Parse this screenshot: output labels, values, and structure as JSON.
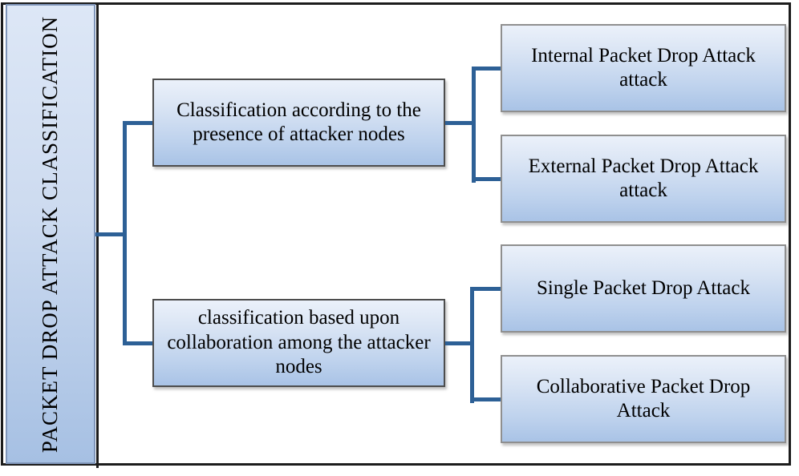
{
  "diagram": {
    "root_label": "PACKET DROP ATTACK CLASSIFICATION",
    "categories": [
      {
        "label": "Classification according to the presence of attacker nodes",
        "children": [
          {
            "label": "Internal Packet Drop Attack attack"
          },
          {
            "label": "External Packet Drop Attack attack"
          }
        ]
      },
      {
        "label": "classification based upon collaboration among the attacker nodes",
        "children": [
          {
            "label": "Single Packet Drop Attack"
          },
          {
            "label": "Collaborative Packet Drop Attack"
          }
        ]
      }
    ],
    "colors": {
      "connector": "#2d6096",
      "box_fill_top": "#ebf1fa",
      "box_fill_bottom": "#a9c3e6",
      "root_border": "#8096ba",
      "category_border": "#4d4d4d",
      "leaf_border": "#8f8f8f",
      "frame": "#1c1c1c",
      "text": "#000000"
    }
  }
}
